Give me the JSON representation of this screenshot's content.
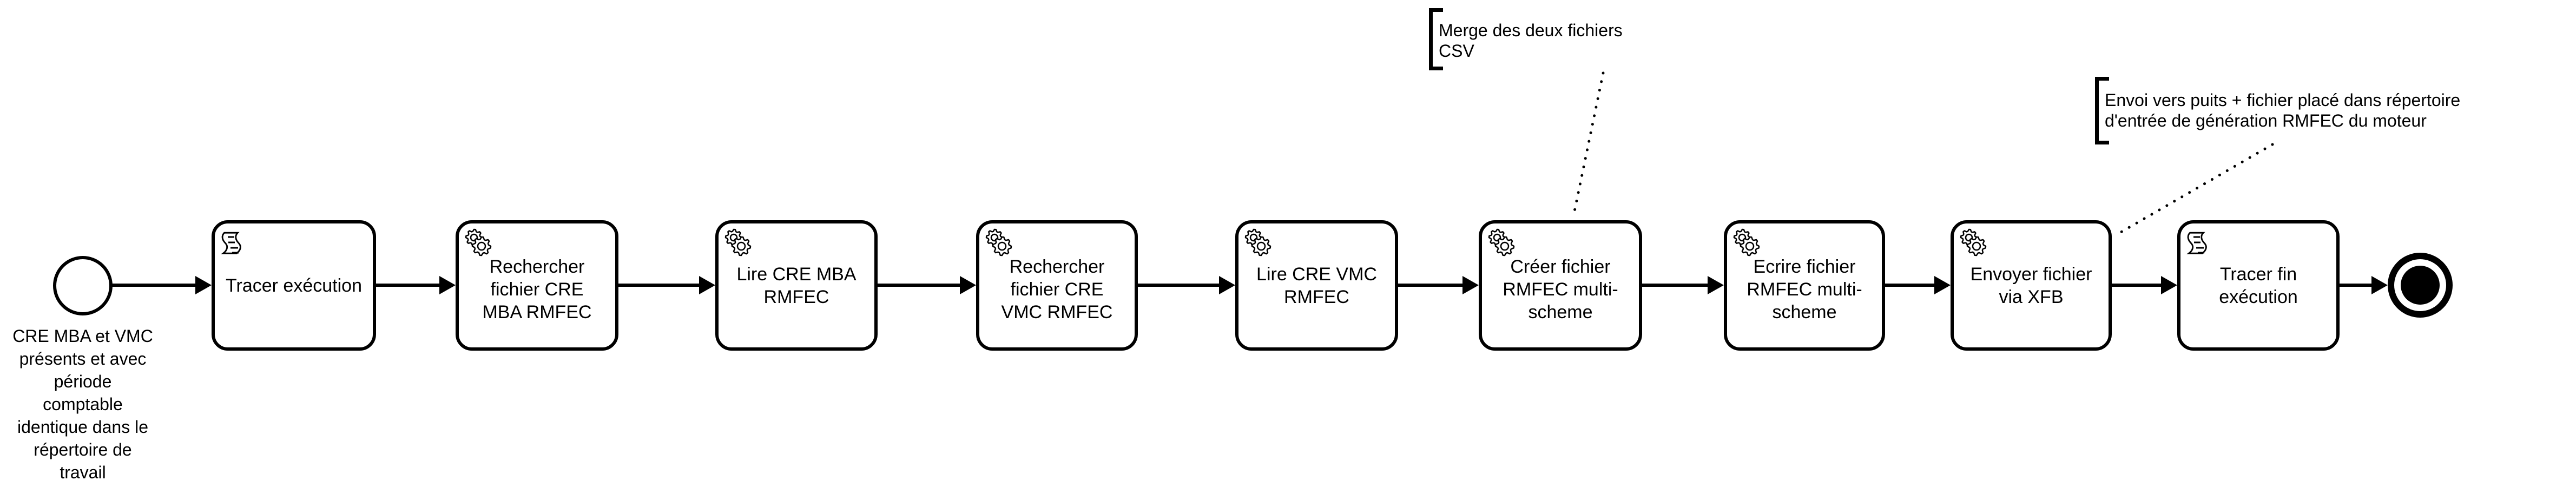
{
  "diagram": {
    "type": "BPMN process",
    "start_event": {
      "label": "CRE MBA et VMC\nprésents et avec\npériode\ncomptable\nidentique dans le\nrépertoire de\ntravail"
    },
    "tasks": [
      {
        "id": "t1",
        "label": "Tracer exécution",
        "kind": "script",
        "icon": "script-icon"
      },
      {
        "id": "t2",
        "label": "Rechercher\nfichier CRE\nMBA RMFEC",
        "kind": "service",
        "icon": "gears-icon"
      },
      {
        "id": "t3",
        "label": "Lire CRE MBA\nRMFEC",
        "kind": "service",
        "icon": "gears-icon"
      },
      {
        "id": "t4",
        "label": "Rechercher\nfichier CRE\nVMC RMFEC",
        "kind": "service",
        "icon": "gears-icon"
      },
      {
        "id": "t5",
        "label": "Lire CRE VMC\nRMFEC",
        "kind": "service",
        "icon": "gears-icon"
      },
      {
        "id": "t6",
        "label": "Créer fichier\nRMFEC multi-\nscheme",
        "kind": "service",
        "icon": "gears-icon"
      },
      {
        "id": "t7",
        "label": "Ecrire fichier\nRMFEC multi-\nscheme",
        "kind": "service",
        "icon": "gears-icon"
      },
      {
        "id": "t8",
        "label": "Envoyer fichier\nvia XFB",
        "kind": "service",
        "icon": "gears-icon"
      },
      {
        "id": "t9",
        "label": "Tracer fin\nexécution",
        "kind": "script",
        "icon": "script-icon"
      }
    ],
    "end_event": {
      "label": ""
    },
    "annotations": [
      {
        "id": "a1",
        "text": "Merge des deux fichiers CSV",
        "attached_to": "t6"
      },
      {
        "id": "a2",
        "text": "Envoi vers puits + fichier placé dans répertoire\nd'entrée de génération RMFEC du moteur",
        "attached_to": "t8"
      }
    ],
    "flow": [
      "start",
      "t1",
      "t2",
      "t3",
      "t4",
      "t5",
      "t6",
      "t7",
      "t8",
      "t9",
      "end"
    ],
    "colors": {
      "stroke": "#000000",
      "background": "#ffffff",
      "text": "#000000"
    }
  }
}
